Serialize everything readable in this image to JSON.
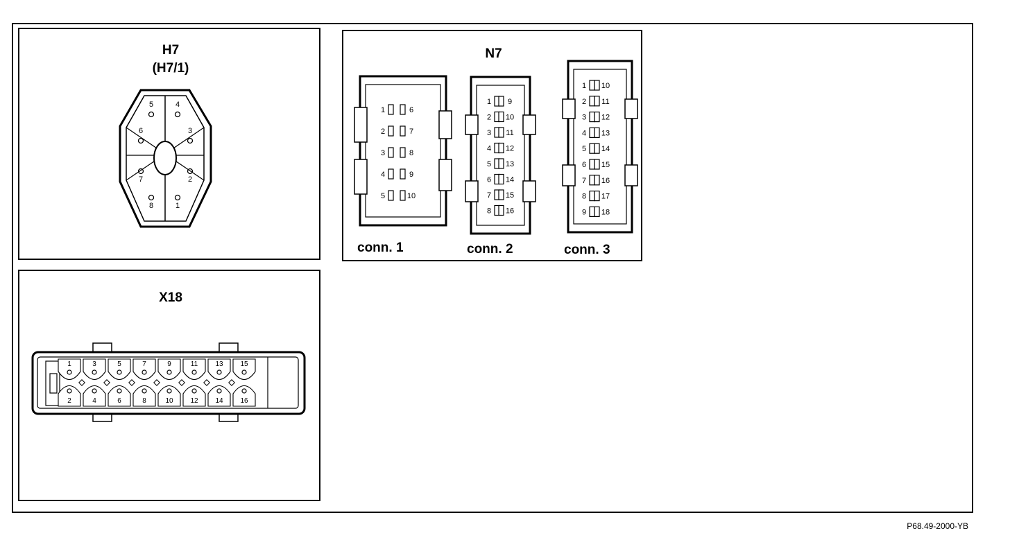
{
  "figure_ref": "P68.49-2000-YB",
  "h7": {
    "title": "H7",
    "subtitle": "(H7/1)",
    "pins": [
      "1",
      "2",
      "3",
      "4",
      "5",
      "6",
      "7",
      "8"
    ]
  },
  "x18": {
    "title": "X18",
    "top_pins": [
      "1",
      "3",
      "5",
      "7",
      "9",
      "11",
      "13",
      "15"
    ],
    "bottom_pins": [
      "2",
      "4",
      "6",
      "8",
      "10",
      "12",
      "14",
      "16"
    ]
  },
  "n7": {
    "title": "N7",
    "connectors": [
      {
        "label": "conn. 1",
        "left": [
          "1",
          "2",
          "3",
          "4",
          "5"
        ],
        "right": [
          "6",
          "7",
          "8",
          "9",
          "10"
        ]
      },
      {
        "label": "conn. 2",
        "left": [
          "1",
          "2",
          "3",
          "4",
          "5",
          "6",
          "7",
          "8"
        ],
        "right": [
          "9",
          "10",
          "11",
          "12",
          "13",
          "14",
          "15",
          "16"
        ]
      },
      {
        "label": "conn. 3",
        "left": [
          "1",
          "2",
          "3",
          "4",
          "5",
          "6",
          "7",
          "8",
          "9"
        ],
        "right": [
          "10",
          "11",
          "12",
          "13",
          "14",
          "15",
          "16",
          "17",
          "18"
        ]
      }
    ]
  }
}
